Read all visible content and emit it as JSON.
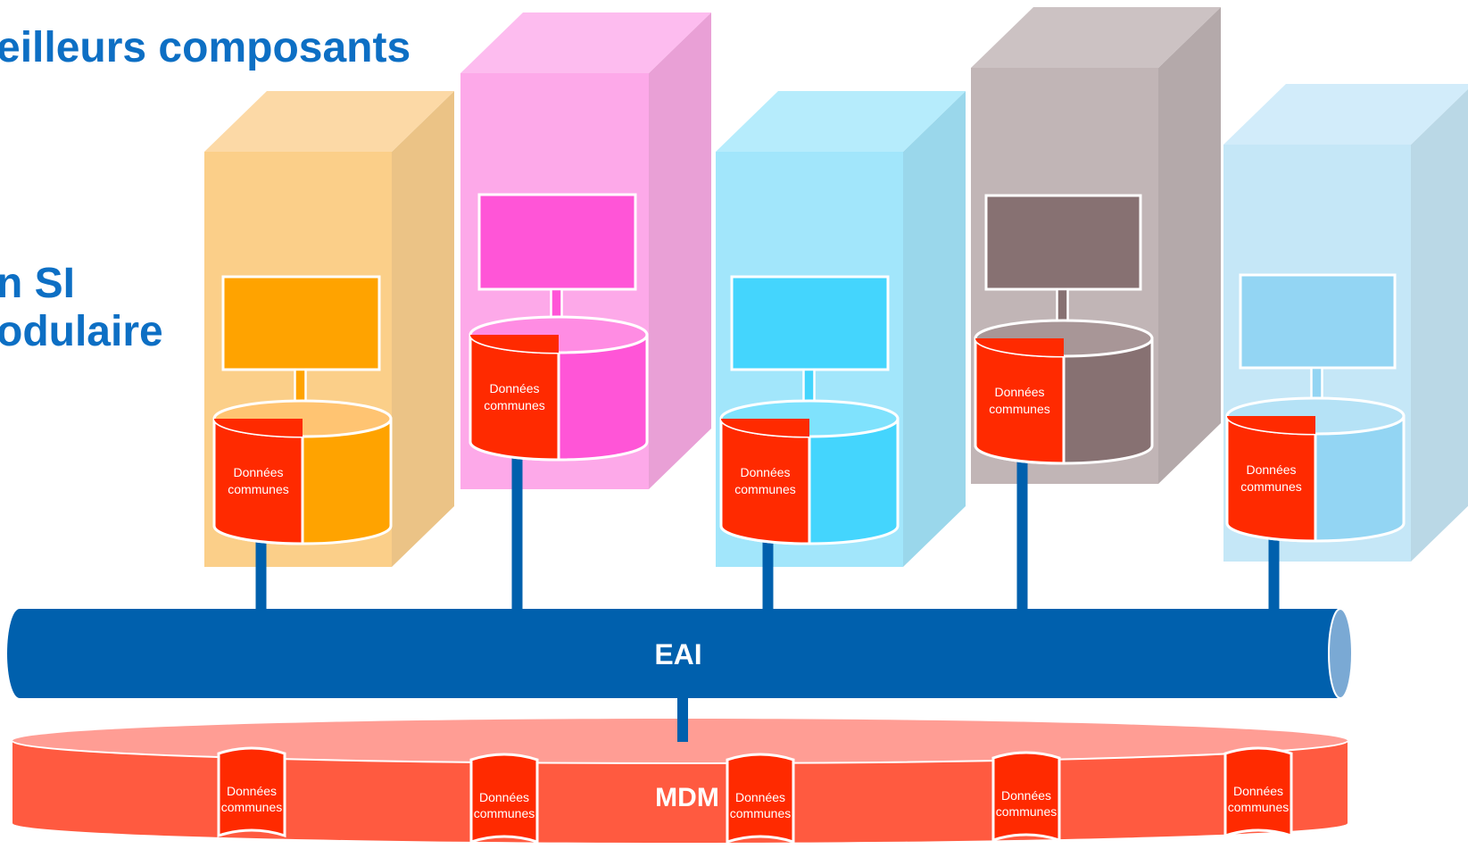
{
  "heading": {
    "line1": "eilleurs composants",
    "line2": "n SI",
    "line3": "odulaire"
  },
  "labels": {
    "bus": "EAI",
    "mdm": "MDM",
    "shared_data_line1": "Données",
    "shared_data_line2": "communes"
  },
  "colors": {
    "title": "#0d6fc4",
    "bus": "#0060ad",
    "connector": "#0060ad",
    "shared_data": "#ff2a00",
    "mdm": "#ff5a40",
    "mdm_top": "#ff9d94"
  },
  "modules": [
    {
      "id": "orange",
      "front": "#fbcf89",
      "top": "#fcd9a6",
      "side": "#ebc386",
      "accent": "#ffa300",
      "accent_light": "#ffc472"
    },
    {
      "id": "pink",
      "front": "#fda9e9",
      "top": "#fdbcef",
      "side": "#e9a0d6",
      "accent": "#ff55d7",
      "accent_light": "#ff8ce3"
    },
    {
      "id": "cyan",
      "front": "#a2e6fb",
      "top": "#b6ecfc",
      "side": "#9ad7eb",
      "accent": "#44d5fd",
      "accent_light": "#7fe2fd"
    },
    {
      "id": "taupe",
      "front": "#c1b5b6",
      "top": "#ccc2c3",
      "side": "#b4a9aa",
      "accent": "#877172",
      "accent_light": "#a89697"
    },
    {
      "id": "lightblue",
      "front": "#c5e7f7",
      "top": "#d2ecfa",
      "side": "#bad8e6",
      "accent": "#93d5f3",
      "accent_light": "#b5e2f6"
    }
  ]
}
